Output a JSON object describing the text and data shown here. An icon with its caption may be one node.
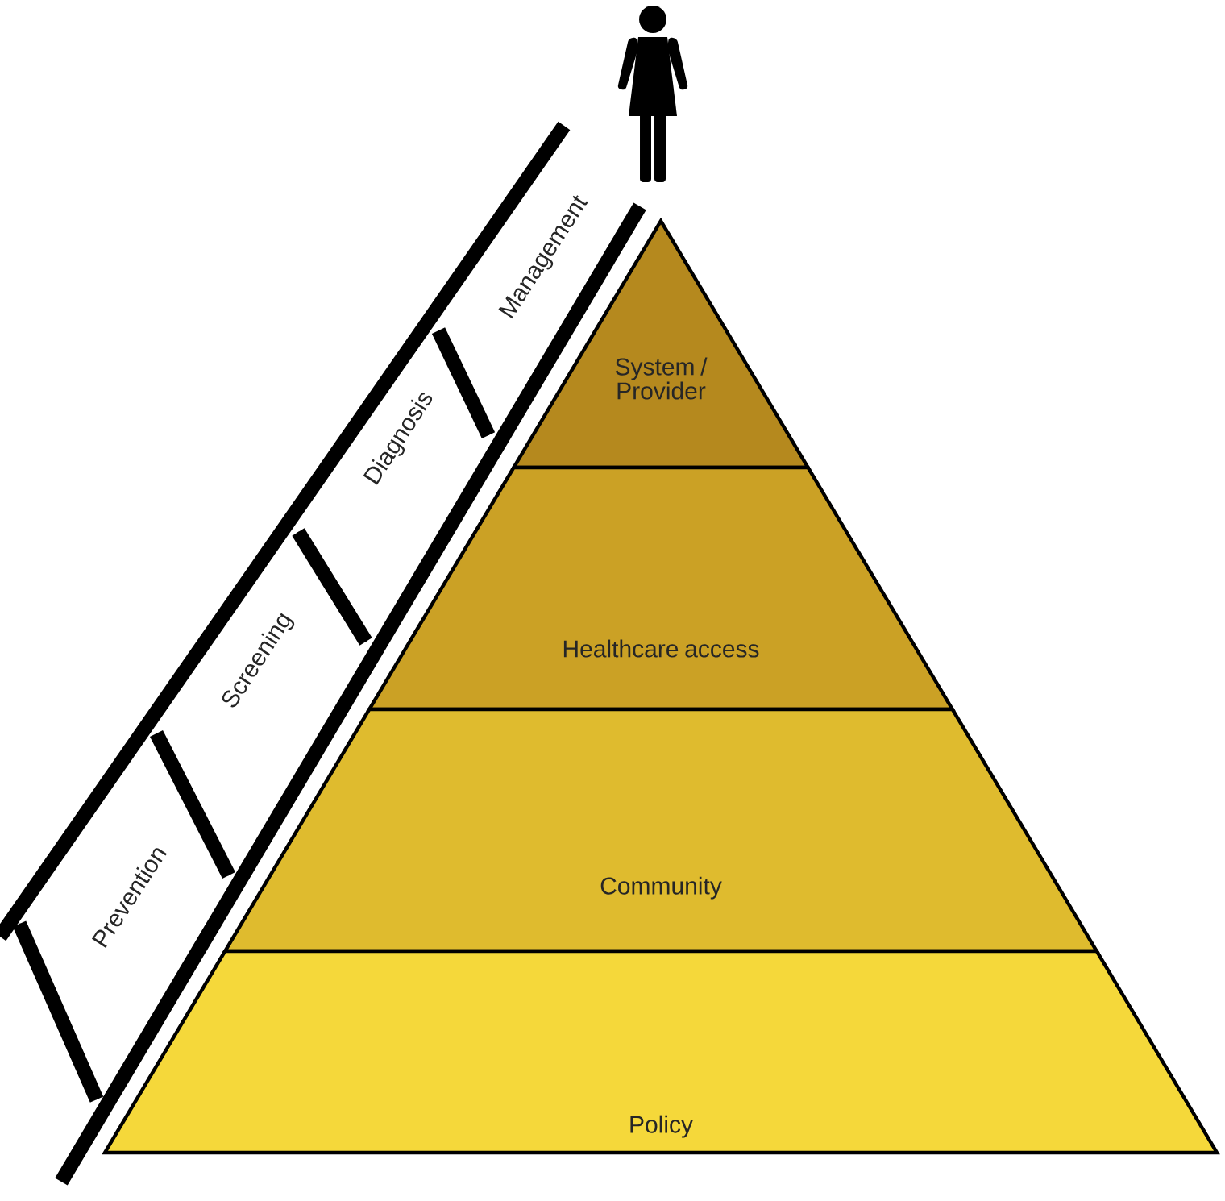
{
  "diagram": {
    "nodes": [
      {
        "text": [
          "System / Provider"
        ]
      },
      {
        "text": [
          "Healthcare access"
        ]
      },
      {
        "text": [
          "Community"
        ]
      },
      {
        "text": [
          "Policy"
        ]
      },
      {
        "text": [
          "Prevention"
        ]
      },
      {
        "text": [
          "Screening"
        ]
      },
      {
        "text": [
          "Diagnosis"
        ]
      },
      {
        "text": [
          "Management"
        ]
      }
    ]
  }
}
